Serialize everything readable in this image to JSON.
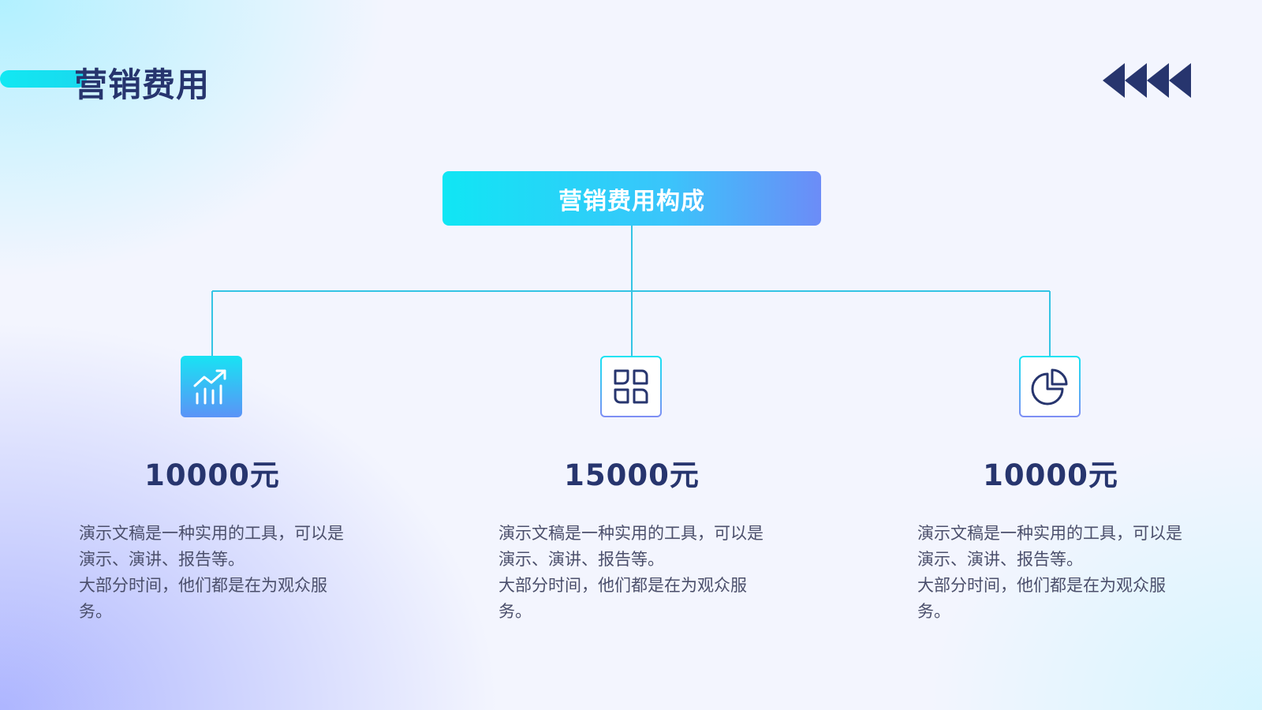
{
  "header": {
    "title": "营销费用",
    "arrows_icon": "double-left-chevron-icon"
  },
  "diagram": {
    "root_label": "营销费用构成",
    "nodes": [
      {
        "icon": "chart-growth-icon",
        "amount": "10000元",
        "desc_line1": "演示文稿是一种实用的工具，可以是演示、演讲、报告等。",
        "desc_line2": "大部分时间，他们都是在为观众服务。"
      },
      {
        "icon": "grid-apps-icon",
        "amount": "15000元",
        "desc_line1": "演示文稿是一种实用的工具，可以是演示、演讲、报告等。",
        "desc_line2": "大部分时间，他们都是在为观众服务。"
      },
      {
        "icon": "pie-chart-icon",
        "amount": "10000元",
        "desc_line1": "演示文稿是一种实用的工具，可以是演示、演讲、报告等。",
        "desc_line2": "大部分时间，他们都是在为观众服务。"
      }
    ]
  },
  "colors": {
    "accent_cyan": "#12e8f2",
    "accent_blue": "#6c8cf7",
    "text_dark": "#27356e",
    "connector": "#34c4e4"
  }
}
